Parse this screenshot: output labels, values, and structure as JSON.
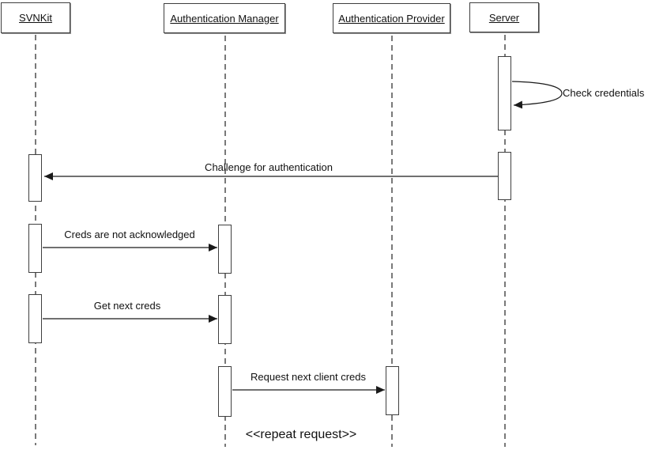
{
  "diagram": {
    "type": "uml-sequence",
    "actors": [
      {
        "id": "svnkit",
        "label": "SVNKit"
      },
      {
        "id": "auth-manager",
        "label": "Authentication Manager"
      },
      {
        "id": "auth-provider",
        "label": "Authentication Provider"
      },
      {
        "id": "server",
        "label": "Server"
      }
    ],
    "messages": [
      {
        "label": "Check credentials",
        "from": "Server",
        "to": "Server",
        "kind": "self-message"
      },
      {
        "label": "Challenge for authentication",
        "from": "Server",
        "to": "SVNKit",
        "kind": "message"
      },
      {
        "label": "Creds are not acknowledged",
        "from": "SVNKit",
        "to": "Authentication Manager",
        "kind": "message"
      },
      {
        "label": "Get next creds",
        "from": "SVNKit",
        "to": "Authentication Manager",
        "kind": "message"
      },
      {
        "label": "Request next client creds",
        "from": "Authentication Manager",
        "to": "Authentication Provider",
        "kind": "message"
      }
    ],
    "annotation": "<<repeat request>>",
    "colors": {
      "background": "#ffffff",
      "box_border": "#3f3f3f",
      "lifeline": "#404040",
      "arrow": "#1a1a1a",
      "text": "#111111"
    }
  }
}
